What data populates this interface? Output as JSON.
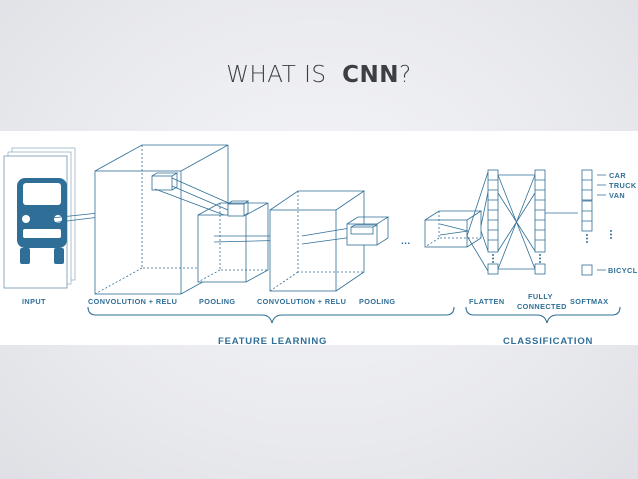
{
  "slide": {
    "title_prefix": "WHAT IS",
    "title_bold": "CNN",
    "title_suffix": "?"
  },
  "diagram": {
    "accent_color": "#2f6f97",
    "stage_labels": {
      "input": "INPUT",
      "conv1": "CONVOLUTION + RELU",
      "pool1": "POOLING",
      "conv2": "CONVOLUTION + RELU",
      "pool2": "POOLING",
      "flatten": "FLATTEN",
      "fully_connected_line1": "FULLY",
      "fully_connected_line2": "CONNECTED",
      "softmax": "SOFTMAX"
    },
    "group_labels": {
      "feature_learning": "FEATURE LEARNING",
      "classification": "CLASSIFICATION"
    },
    "output_classes": [
      "CAR",
      "TRUCK",
      "VAN",
      "BICYCLE"
    ],
    "input_icon": "car-icon",
    "ellipsis": "..."
  }
}
